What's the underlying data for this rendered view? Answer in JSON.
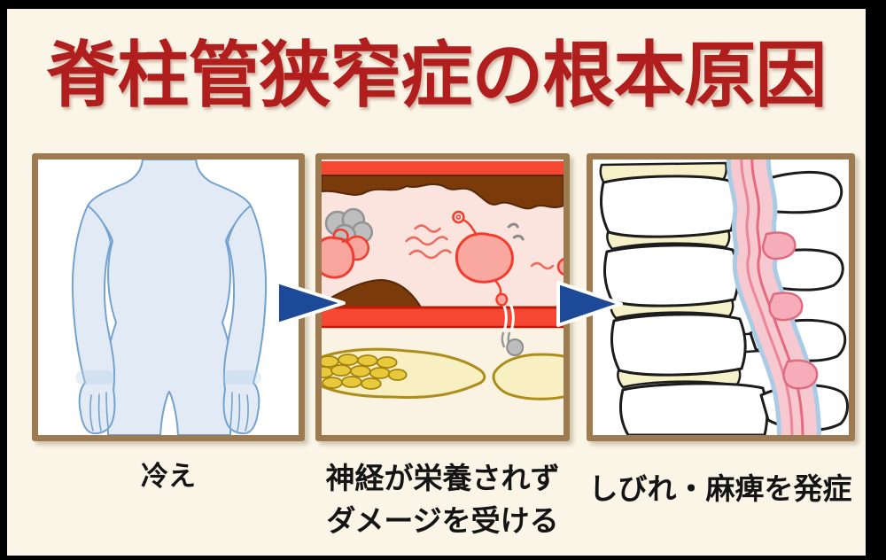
{
  "title": {
    "text": "脊柱管狭窄症の根本原因",
    "color": "#b01e1e"
  },
  "panels": [
    {
      "id": "cold",
      "illustration": "body-silhouette",
      "caption_lines": [
        "冷え"
      ]
    },
    {
      "id": "nerve-damage",
      "illustration": "blood-vessel-and-nerve",
      "caption_lines": [
        "神経が栄養されず",
        "ダメージを受ける"
      ]
    },
    {
      "id": "symptoms",
      "illustration": "spine-stenosis",
      "caption_lines": [
        "しびれ・麻痺を発症"
      ]
    }
  ],
  "arrows": [
    {
      "name": "arrow-right-1"
    },
    {
      "name": "arrow-right-2"
    }
  ],
  "colors": {
    "background": "#fbf5e7",
    "frame_black": "#000000",
    "title_red": "#b01e1e",
    "panel_border_brown": "#9e7a50",
    "arrow_blue": "#1c4a99",
    "body_fill_blue": "#e2ebf5",
    "body_line_blue": "#74a2ce",
    "vessel_wall_red": "#f64733",
    "vessel_edge_dark_red": "#c21807",
    "plaque_brown": "#7a3a0a",
    "lumen_pink": "#fbe3de",
    "nerve_yellow": "#f8f0c2",
    "nerve_outline": "#ad8c1a",
    "rbc_pink": "#f8a59d",
    "rbc_outline_red": "#f23d2e",
    "canal_pink": "#f6c9d0",
    "canal_blue": "#aacbe5",
    "disc_yellow": "#f6f1c8"
  }
}
